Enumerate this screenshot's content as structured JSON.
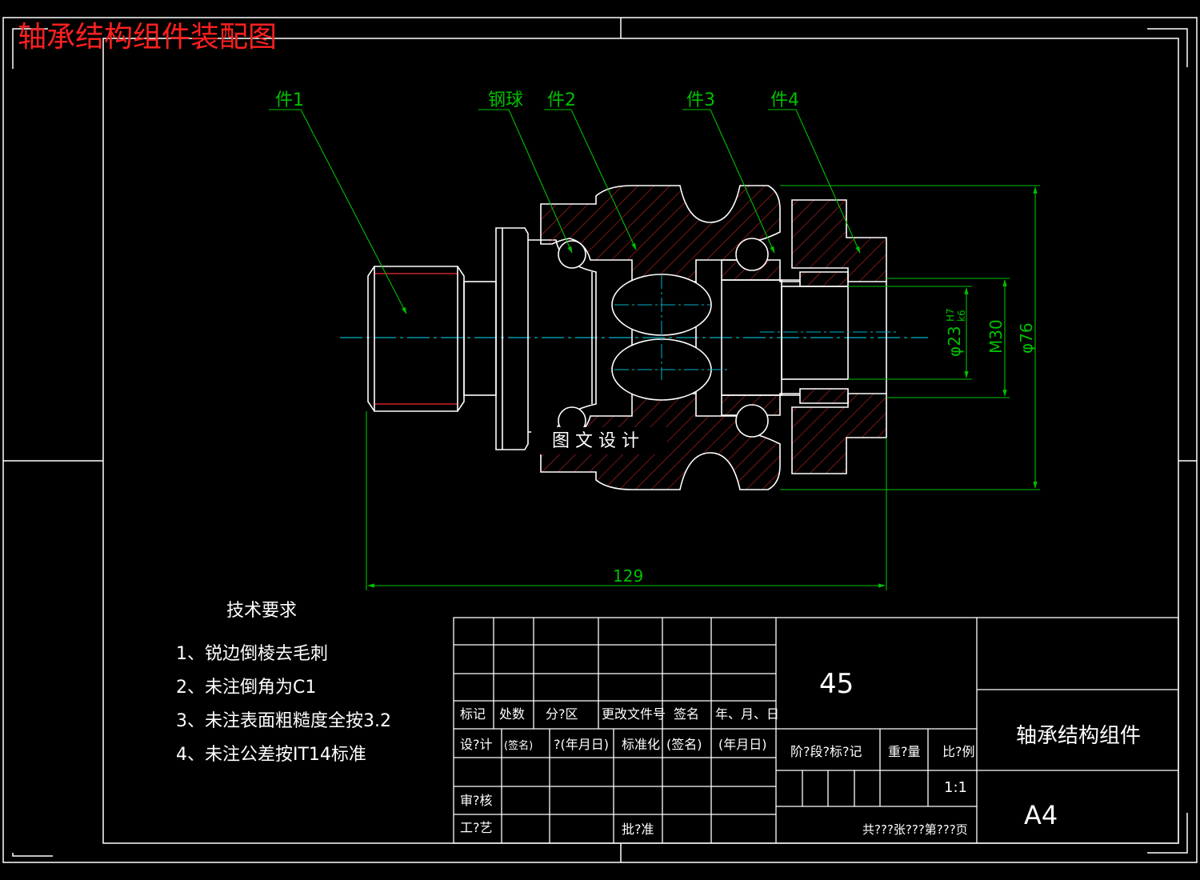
{
  "title": "轴承结构组件装配图",
  "colors": {
    "background": "#000000",
    "line": "#ffffff",
    "dimension": "#00c000",
    "center": "#00b4c8",
    "hatch": "#cc2222",
    "title_red": "#ff2020"
  },
  "callouts": {
    "part1": "件1",
    "ball": "钢球",
    "part2": "件2",
    "part3": "件3",
    "part4": "件4"
  },
  "dimensions": {
    "length": "129",
    "d23": "φ23",
    "fit_upper": "H7",
    "fit_lower": "k6",
    "m30": "M30",
    "d76": "φ76"
  },
  "watermark": "图 文 设 计",
  "tech_req": {
    "heading": "技术要求",
    "items": [
      "1、锐边倒棱去毛刺",
      "2、未注倒角为C1",
      "3、未注表面粗糙度全按3.2",
      "4、未注公差按IT14标准"
    ]
  },
  "title_block": {
    "material": "45",
    "part_name": "轴承结构组件",
    "sheet_size": "A4",
    "scale": "1:1",
    "labels": {
      "mark": "标记",
      "count": "处数",
      "zone": "分?区",
      "change_doc": "更改文件号",
      "sign": "签名",
      "ymd": "年、月、日",
      "design": "设?计",
      "sign_paren": "(签名)",
      "date_paren": "?(年月日)",
      "standardize": "标准化",
      "sign_paren2": "(签名)",
      "date_paren2": "(年月日)",
      "stage_mark": "阶?段?标?记",
      "weight": "重?量",
      "ratio": "比?例",
      "review": "审?核",
      "process": "工?艺",
      "approve": "批?准",
      "sheets": "共???张???第???页"
    }
  }
}
